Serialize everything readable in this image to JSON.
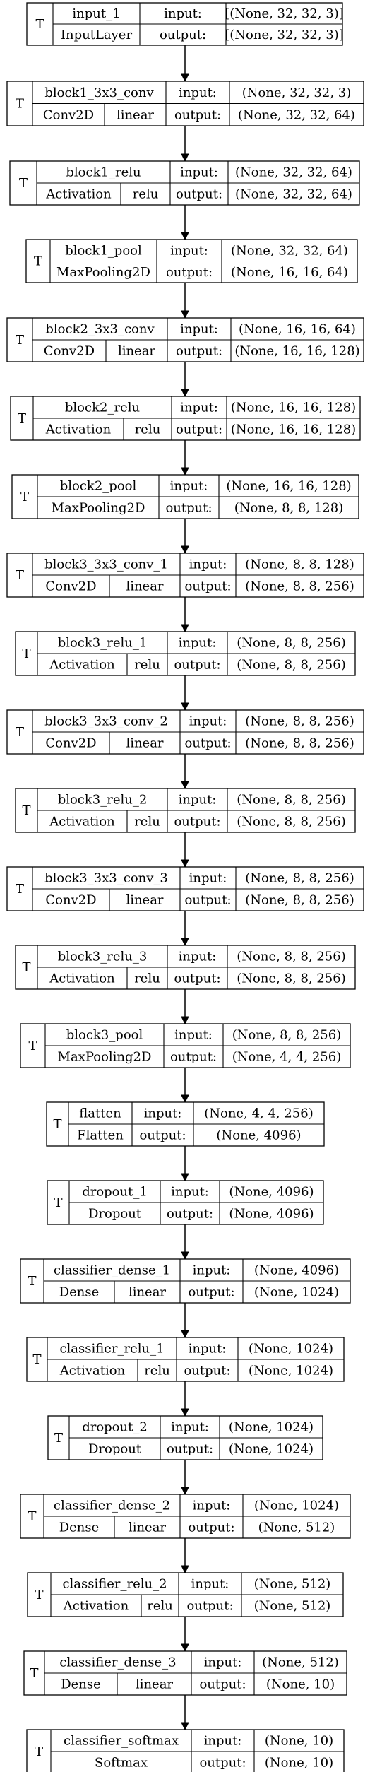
{
  "diagram": {
    "type": "keras-model-plot",
    "layers": [
      {
        "trainable_flag": "T",
        "name": "input_1",
        "cls": "InputLayer",
        "activation": "",
        "input": "[(None, 32, 32, 3)]",
        "output": "[(None, 32, 32, 3)]"
      },
      {
        "trainable_flag": "T",
        "name": "block1_3x3_conv",
        "cls": "Conv2D",
        "activation": "linear",
        "input": "(None, 32, 32, 3)",
        "output": "(None, 32, 32, 64)"
      },
      {
        "trainable_flag": "T",
        "name": "block1_relu",
        "cls": "Activation",
        "activation": "relu",
        "input": "(None, 32, 32, 64)",
        "output": "(None, 32, 32, 64)"
      },
      {
        "trainable_flag": "T",
        "name": "block1_pool",
        "cls": "MaxPooling2D",
        "activation": "",
        "input": "(None, 32, 32, 64)",
        "output": "(None, 16, 16, 64)"
      },
      {
        "trainable_flag": "T",
        "name": "block2_3x3_conv",
        "cls": "Conv2D",
        "activation": "linear",
        "input": "(None, 16, 16, 64)",
        "output": "(None, 16, 16, 128)"
      },
      {
        "trainable_flag": "T",
        "name": "block2_relu",
        "cls": "Activation",
        "activation": "relu",
        "input": "(None, 16, 16, 128)",
        "output": "(None, 16, 16, 128)"
      },
      {
        "trainable_flag": "T",
        "name": "block2_pool",
        "cls": "MaxPooling2D",
        "activation": "",
        "input": "(None, 16, 16, 128)",
        "output": "(None, 8, 8, 128)"
      },
      {
        "trainable_flag": "T",
        "name": "block3_3x3_conv_1",
        "cls": "Conv2D",
        "activation": "linear",
        "input": "(None, 8, 8, 128)",
        "output": "(None, 8, 8, 256)"
      },
      {
        "trainable_flag": "T",
        "name": "block3_relu_1",
        "cls": "Activation",
        "activation": "relu",
        "input": "(None, 8, 8, 256)",
        "output": "(None, 8, 8, 256)"
      },
      {
        "trainable_flag": "T",
        "name": "block3_3x3_conv_2",
        "cls": "Conv2D",
        "activation": "linear",
        "input": "(None, 8, 8, 256)",
        "output": "(None, 8, 8, 256)"
      },
      {
        "trainable_flag": "T",
        "name": "block3_relu_2",
        "cls": "Activation",
        "activation": "relu",
        "input": "(None, 8, 8, 256)",
        "output": "(None, 8, 8, 256)"
      },
      {
        "trainable_flag": "T",
        "name": "block3_3x3_conv_3",
        "cls": "Conv2D",
        "activation": "linear",
        "input": "(None, 8, 8, 256)",
        "output": "(None, 8, 8, 256)"
      },
      {
        "trainable_flag": "T",
        "name": "block3_relu_3",
        "cls": "Activation",
        "activation": "relu",
        "input": "(None, 8, 8, 256)",
        "output": "(None, 8, 8, 256)"
      },
      {
        "trainable_flag": "T",
        "name": "block3_pool",
        "cls": "MaxPooling2D",
        "activation": "",
        "input": "(None, 8, 8, 256)",
        "output": "(None, 4, 4, 256)"
      },
      {
        "trainable_flag": "T",
        "name": "flatten",
        "cls": "Flatten",
        "activation": "",
        "input": "(None, 4, 4, 256)",
        "output": "(None, 4096)"
      },
      {
        "trainable_flag": "T",
        "name": "dropout_1",
        "cls": "Dropout",
        "activation": "",
        "input": "(None, 4096)",
        "output": "(None, 4096)"
      },
      {
        "trainable_flag": "T",
        "name": "classifier_dense_1",
        "cls": "Dense",
        "activation": "linear",
        "input": "(None, 4096)",
        "output": "(None, 1024)"
      },
      {
        "trainable_flag": "T",
        "name": "classifier_relu_1",
        "cls": "Activation",
        "activation": "relu",
        "input": "(None, 1024)",
        "output": "(None, 1024)"
      },
      {
        "trainable_flag": "T",
        "name": "dropout_2",
        "cls": "Dropout",
        "activation": "",
        "input": "(None, 1024)",
        "output": "(None, 1024)"
      },
      {
        "trainable_flag": "T",
        "name": "classifier_dense_2",
        "cls": "Dense",
        "activation": "linear",
        "input": "(None, 1024)",
        "output": "(None, 512)"
      },
      {
        "trainable_flag": "T",
        "name": "classifier_relu_2",
        "cls": "Activation",
        "activation": "relu",
        "input": "(None, 512)",
        "output": "(None, 512)"
      },
      {
        "trainable_flag": "T",
        "name": "classifier_dense_3",
        "cls": "Dense",
        "activation": "linear",
        "input": "(None, 512)",
        "output": "(None, 10)"
      },
      {
        "trainable_flag": "T",
        "name": "classifier_softmax",
        "cls": "Softmax",
        "activation": "",
        "input": "(None, 10)",
        "output": "(None, 10)"
      }
    ],
    "labels": {
      "input": "input:",
      "output": "output:"
    },
    "colors": {
      "line": "#000000",
      "background": "#ffffff",
      "text": "#000000"
    }
  }
}
